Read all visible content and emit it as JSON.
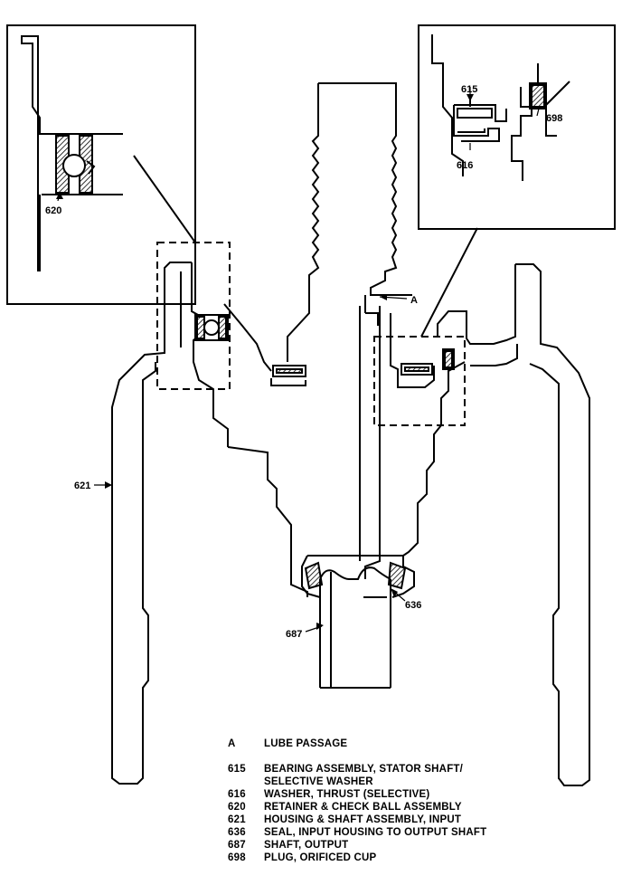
{
  "callouts": {
    "passage": "A",
    "c615": "615",
    "c616": "616",
    "c620": "620",
    "c621": "621",
    "c636": "636",
    "c687": "687",
    "c698": "698"
  },
  "legend": [
    {
      "code": "A",
      "text": "LUBE PASSAGE"
    },
    {
      "code": "615",
      "text": "BEARING ASSEMBLY, STATOR SHAFT/\nSELECTIVE WASHER"
    },
    {
      "code": "616",
      "text": "WASHER, THRUST (SELECTIVE)"
    },
    {
      "code": "620",
      "text": "RETAINER & CHECK BALL ASSEMBLY"
    },
    {
      "code": "621",
      "text": "HOUSING & SHAFT ASSEMBLY, INPUT"
    },
    {
      "code": "636",
      "text": "SEAL, INPUT HOUSING TO OUTPUT SHAFT"
    },
    {
      "code": "687",
      "text": "SHAFT, OUTPUT"
    },
    {
      "code": "698",
      "text": "PLUG, ORIFICED CUP"
    }
  ]
}
